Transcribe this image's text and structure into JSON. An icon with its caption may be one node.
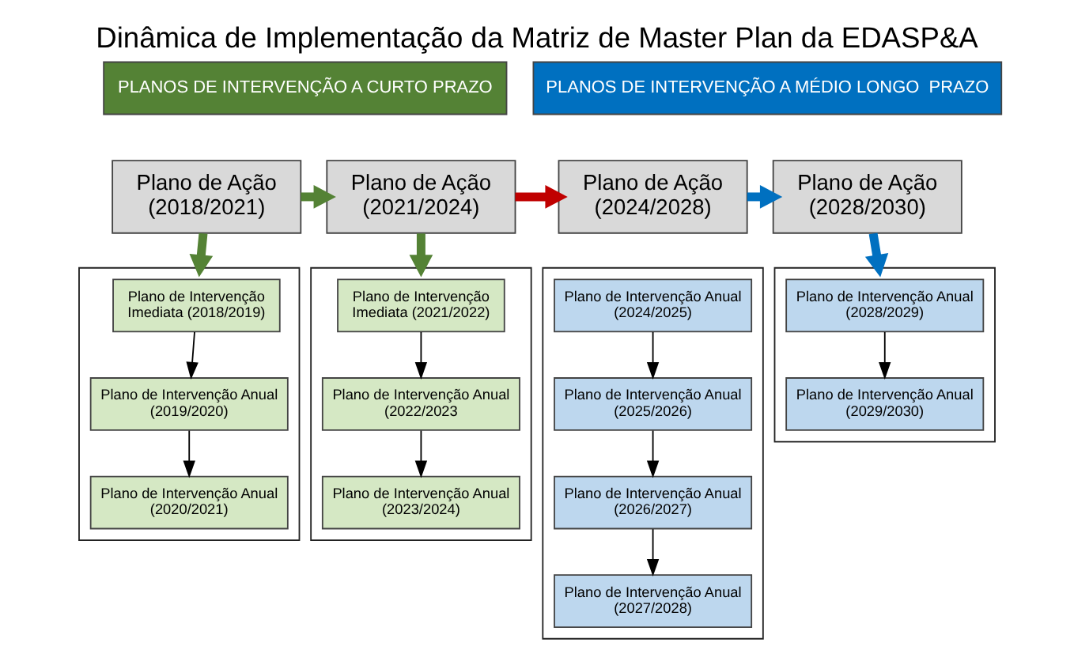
{
  "diagram": {
    "title": "Dinâmica de Implementação da Matriz de Master Plan da EDASP&A",
    "nodes": [
      {
        "text": [
          "PLANOS DE INTERVENÇÃO A CURTO PRAZO"
        ]
      },
      {
        "text": [
          "PLANOS DE INTERVENÇÃO A MÉDIO LONGO  PRAZO"
        ]
      },
      {
        "text": [
          "Plano de Ação (2018/2021)"
        ]
      },
      {
        "text": [
          "Plano de Ação (2021/2024)"
        ]
      },
      {
        "text": [
          "Plano de Ação (2024/2028)"
        ]
      },
      {
        "text": [
          "Plano de Ação (2028/2030)"
        ]
      },
      {
        "text": [],
        "shape": "box"
      },
      {
        "text": [
          "Plano de Intervenção Imediata (2018/2019)"
        ],
        "in": 6
      },
      {
        "text": [
          "Plano de Intervenção Anual (2019/2020)"
        ],
        "in": 6
      },
      {
        "text": [
          "Plano de Intervenção Anual (2020/2021)"
        ],
        "in": 6
      },
      {
        "text": [],
        "shape": "box"
      },
      {
        "text": [
          "Plano de Intervenção Imediata (2021/2022)"
        ],
        "in": 10
      },
      {
        "text": [
          "Plano de Intervenção Anual (2022/2023"
        ],
        "in": 10
      },
      {
        "text": [
          "Plano de Intervenção Anual (2023/2024)"
        ],
        "in": 10
      },
      {
        "text": [],
        "shape": "box"
      },
      {
        "text": [
          "Plano de Intervenção Anual (2024/2025)"
        ],
        "in": 14
      },
      {
        "text": [
          "Plano de Intervenção Anual (2025/2026)"
        ],
        "in": 14
      },
      {
        "text": [
          "Plano de Intervenção Anual (2026/2027)"
        ],
        "in": 14
      },
      {
        "text": [
          "Plano de Intervenção Anual (2027/2028)"
        ],
        "in": 14
      },
      {
        "text": [],
        "shape": "box"
      },
      {
        "text": [
          "Plano de Intervenção Anual (2028/2029)"
        ],
        "in": 19
      },
      {
        "text": [
          "Plano de Intervenção Anual (2029/2030)"
        ],
        "in": 19
      }
    ],
    "edges": [
      {
        "from": 2,
        "to": 3,
        "arrow": "to",
        "style": "thick",
        "color": "#548235"
      },
      {
        "from": 3,
        "to": 4,
        "arrow": "to",
        "style": "thick",
        "color": "#c00000"
      },
      {
        "from": 4,
        "to": 5,
        "arrow": "to",
        "style": "thick",
        "color": "#0070c0"
      },
      {
        "from": 2,
        "to": 6,
        "arrow": "to",
        "style": "thick",
        "color": "#548235"
      },
      {
        "from": 3,
        "to": 10,
        "arrow": "to",
        "style": "thick",
        "color": "#548235"
      },
      {
        "from": 5,
        "to": 19,
        "arrow": "to",
        "style": "thick",
        "color": "#0070c0"
      },
      {
        "from": 7,
        "to": 8,
        "arrow": "to"
      },
      {
        "from": 8,
        "to": 9,
        "arrow": "to"
      },
      {
        "from": 11,
        "to": 12,
        "arrow": "to"
      },
      {
        "from": 12,
        "to": 13,
        "arrow": "to"
      },
      {
        "from": 15,
        "to": 16,
        "arrow": "to"
      },
      {
        "from": 16,
        "to": 17,
        "arrow": "to"
      },
      {
        "from": 17,
        "to": 18,
        "arrow": "to"
      },
      {
        "from": 20,
        "to": 21,
        "arrow": "to"
      }
    ]
  }
}
